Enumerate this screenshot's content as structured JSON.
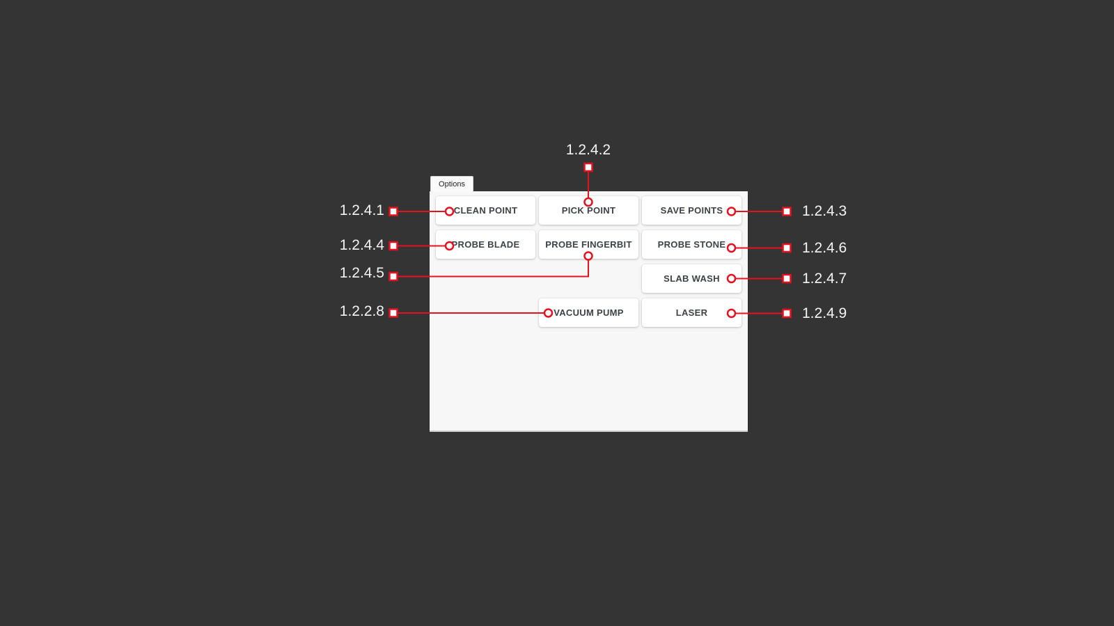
{
  "colors": {
    "background": "#343434",
    "panel_background": "#f7f7f7",
    "button_background": "#ffffff",
    "button_text": "#3d4249",
    "annotation_red": "#e8101e",
    "annotation_label_text": "#f4f4f4"
  },
  "panel": {
    "tab_label": "Options"
  },
  "buttons": [
    {
      "label": "CLEAN POINT"
    },
    {
      "label": "PICK POINT"
    },
    {
      "label": "SAVE POINTS"
    },
    {
      "label": "PROBE BLADE"
    },
    {
      "label": "PROBE FINGERBIT"
    },
    {
      "label": "PROBE STONE"
    },
    {
      "label": "SLAB WASH"
    },
    {
      "label": "VACUUM PUMP"
    },
    {
      "label": "LASER"
    }
  ],
  "callouts": {
    "top": {
      "label": "1.2.4.2",
      "target": "PICK POINT"
    },
    "left": [
      {
        "label": "1.2.4.1",
        "target": "CLEAN POINT"
      },
      {
        "label": "1.2.4.4",
        "target": "PROBE BLADE"
      },
      {
        "label": "1.2.4.5",
        "target": "PROBE FINGERBIT"
      },
      {
        "label": "1.2.2.8",
        "target": "VACUUM PUMP"
      }
    ],
    "right": [
      {
        "label": "1.2.4.3",
        "target": "SAVE POINTS"
      },
      {
        "label": "1.2.4.6",
        "target": "PROBE STONE"
      },
      {
        "label": "1.2.4.7",
        "target": "SLAB WASH"
      },
      {
        "label": "1.2.4.9",
        "target": "LASER"
      }
    ]
  }
}
